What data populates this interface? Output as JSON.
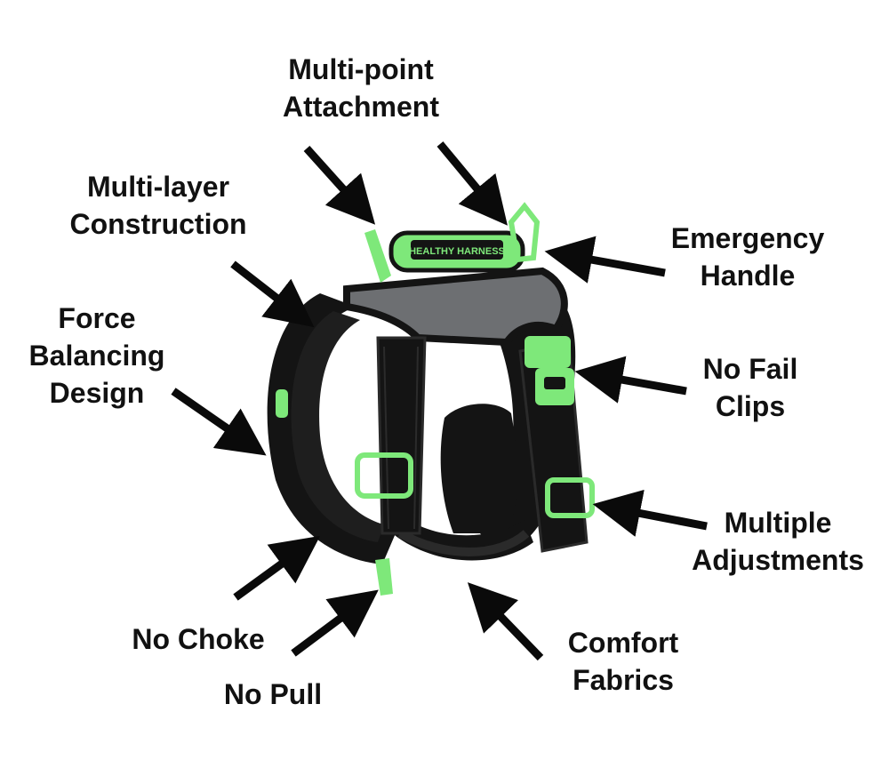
{
  "colors": {
    "accent_green": "#7ee87a",
    "harness_black": "#141414",
    "harness_gray": "#6d6f72",
    "text": "#111111",
    "arrow": "#0a0a0a"
  },
  "product": {
    "handle_text": "HEALTHY HARNESS"
  },
  "callouts": {
    "multi_point": [
      "Multi-point",
      "Attachment"
    ],
    "multi_layer": [
      "Multi-layer",
      "Construction"
    ],
    "force": [
      "Force",
      "Balancing",
      "Design"
    ],
    "emergency": [
      "Emergency",
      "Handle"
    ],
    "no_fail": [
      "No Fail",
      "Clips"
    ],
    "multiple_adj": [
      "Multiple",
      "Adjustments"
    ],
    "no_choke": "No Choke",
    "no_pull": "No Pull",
    "comfort": [
      "Comfort",
      "Fabrics"
    ]
  }
}
